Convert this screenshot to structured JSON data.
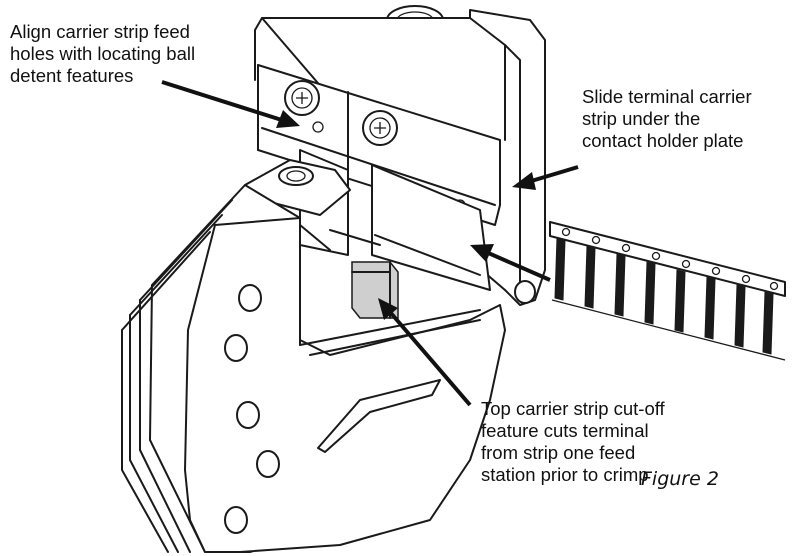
{
  "callouts": {
    "align": "Align carrier strip feed\nholes with locating ball\ndetent features",
    "slide": "Slide terminal carrier\nstrip under the\ncontact holder plate",
    "cutoff": "Top carrier strip cut-off\nfeature cuts terminal\nfrom strip one feed\nstation prior to crimp"
  },
  "caption": "Figure 2"
}
